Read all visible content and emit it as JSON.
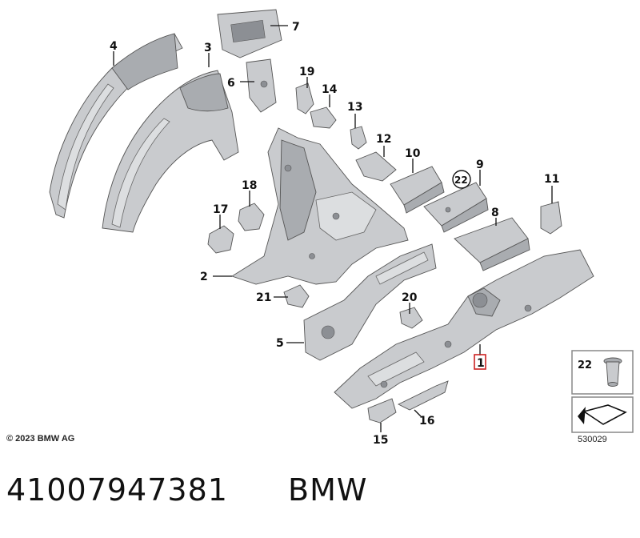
{
  "callouts": [
    {
      "id": "c1",
      "label": "1"
    },
    {
      "id": "c2",
      "label": "2"
    },
    {
      "id": "c3",
      "label": "3"
    },
    {
      "id": "c4",
      "label": "4"
    },
    {
      "id": "c5",
      "label": "5"
    },
    {
      "id": "c6",
      "label": "6"
    },
    {
      "id": "c7",
      "label": "7"
    },
    {
      "id": "c8",
      "label": "8"
    },
    {
      "id": "c9",
      "label": "9"
    },
    {
      "id": "c10",
      "label": "10"
    },
    {
      "id": "c11",
      "label": "11"
    },
    {
      "id": "c12",
      "label": "12"
    },
    {
      "id": "c13",
      "label": "13"
    },
    {
      "id": "c14",
      "label": "14"
    },
    {
      "id": "c15",
      "label": "15"
    },
    {
      "id": "c16",
      "label": "16"
    },
    {
      "id": "c17",
      "label": "17"
    },
    {
      "id": "c18",
      "label": "18"
    },
    {
      "id": "c19",
      "label": "19"
    },
    {
      "id": "c20",
      "label": "20"
    },
    {
      "id": "c21",
      "label": "21"
    },
    {
      "id": "c22",
      "label": "22"
    }
  ],
  "highlighted_callout": "1",
  "highlight_color": "#cc2222",
  "legend": {
    "item_label": "22"
  },
  "copyright": "© 2023 BMW AG",
  "reference_code": "530029",
  "footer": {
    "part_number": "41007947381",
    "brand": "BMW"
  }
}
